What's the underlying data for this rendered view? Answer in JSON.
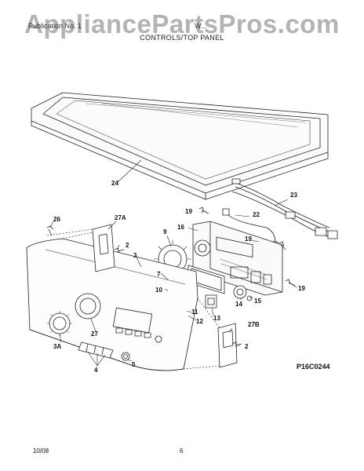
{
  "watermark": "AppliancePartsPros.com",
  "header": {
    "left_text": "Publication No. 1",
    "right_text": "W...",
    "section_title": "CONTROLS/TOP PANEL"
  },
  "parts": {
    "p2a": "2",
    "p2b": "2",
    "p3": "3",
    "p3a": "3A",
    "p4": "4",
    "p5": "5",
    "p7": "7",
    "p9": "9",
    "p10": "10",
    "p11": "11",
    "p12": "12",
    "p13": "13",
    "p14": "14",
    "p15": "15",
    "p16": "16",
    "p19a": "19",
    "p19b": "19",
    "p19c": "19",
    "p22": "22",
    "p23": "23",
    "p24": "24",
    "p26": "26",
    "p27": "27",
    "p27a": "27A",
    "p27b": "27B"
  },
  "figure_code": "P16C0244",
  "footer": {
    "date": "10/08",
    "page": "6"
  },
  "colors": {
    "line": "#222222",
    "watermark": "#9a9a9a",
    "background": "#ffffff"
  }
}
